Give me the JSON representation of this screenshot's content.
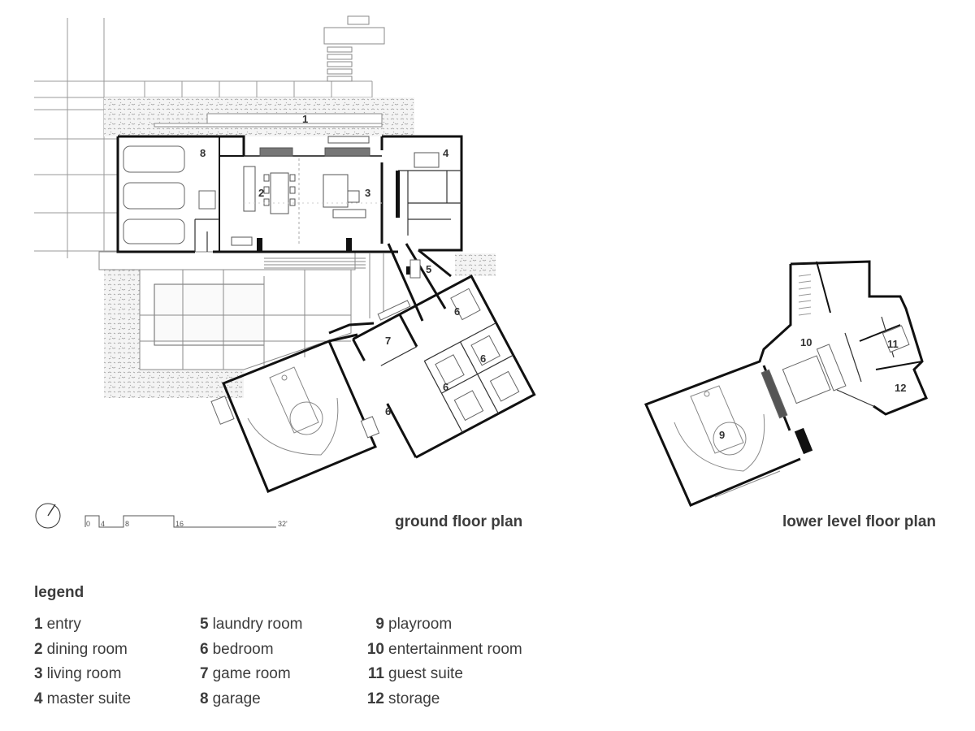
{
  "plans": {
    "ground": {
      "title": "ground floor plan",
      "room_labels": {
        "r1": "1",
        "r2": "2",
        "r3": "3",
        "r4": "4",
        "r5": "5",
        "r6a": "6",
        "r6b": "6",
        "r6c": "6",
        "r6d": "6",
        "r7": "7",
        "r8": "8"
      }
    },
    "lower": {
      "title": "lower level floor plan",
      "room_labels": {
        "r9": "9",
        "r10": "10",
        "r11": "11",
        "r12": "12"
      }
    }
  },
  "scale_bar": {
    "ticks": [
      "0",
      "4",
      "8",
      "16",
      "32'"
    ]
  },
  "legend": {
    "heading": "legend",
    "items": [
      {
        "num": "1",
        "label": "entry"
      },
      {
        "num": "2",
        "label": "dining room"
      },
      {
        "num": "3",
        "label": "living room"
      },
      {
        "num": "4",
        "label": "master suite"
      },
      {
        "num": "5",
        "label": "laundry room"
      },
      {
        "num": "6",
        "label": "bedroom"
      },
      {
        "num": "7",
        "label": "game room"
      },
      {
        "num": "8",
        "label": "garage"
      },
      {
        "num": "9",
        "label": "playroom"
      },
      {
        "num": "10",
        "label": "entertainment room"
      },
      {
        "num": "11",
        "label": "guest suite"
      },
      {
        "num": "12",
        "label": "storage"
      }
    ]
  },
  "colors": {
    "wall": "#111111",
    "thin_line": "#8a8a8a",
    "hatch": "#9a9a9a",
    "text": "#3c3c3c"
  },
  "icons": {
    "north_arrow": "north-arrow-icon"
  }
}
